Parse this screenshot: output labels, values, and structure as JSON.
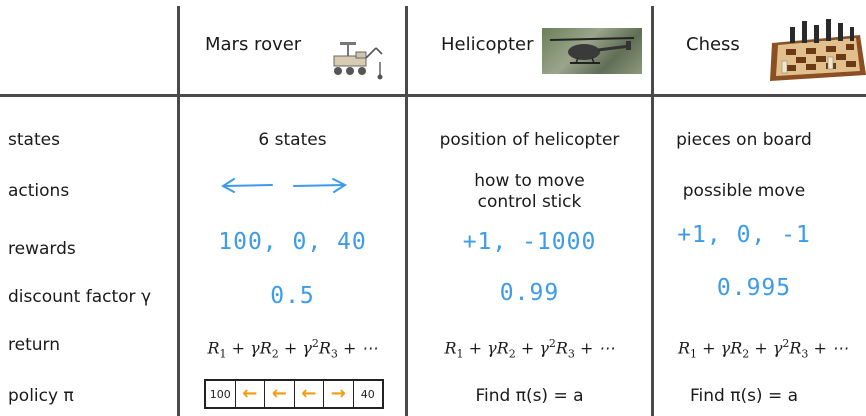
{
  "columns": {
    "mars_rover": "Mars rover",
    "helicopter": "Helicopter",
    "chess": "Chess"
  },
  "rows": {
    "states": "states",
    "actions": "actions",
    "rewards": "rewards",
    "discount": "discount factor γ",
    "return": "return",
    "policy": "policy π"
  },
  "mars_rover": {
    "states": "6 states",
    "rewards": "100, 0, 40",
    "discount": "0.5",
    "policy_cells": [
      "100",
      "←",
      "←",
      "←",
      "→",
      "40"
    ]
  },
  "helicopter": {
    "states": "position of helicopter",
    "actions_line1": "how to move",
    "actions_line2": "control stick",
    "rewards": "+1, -1000",
    "discount": "0.99",
    "policy": "Find π(s) = a"
  },
  "chess": {
    "states": "pieces on board",
    "actions": "possible move",
    "rewards": "+1, 0, -1",
    "discount": "0.995",
    "policy": "Find π(s) = a"
  },
  "colors": {
    "handwriting": "#3d9be9",
    "policy_arrow": "#f39c12",
    "grid_line": "#4a4a4a"
  }
}
